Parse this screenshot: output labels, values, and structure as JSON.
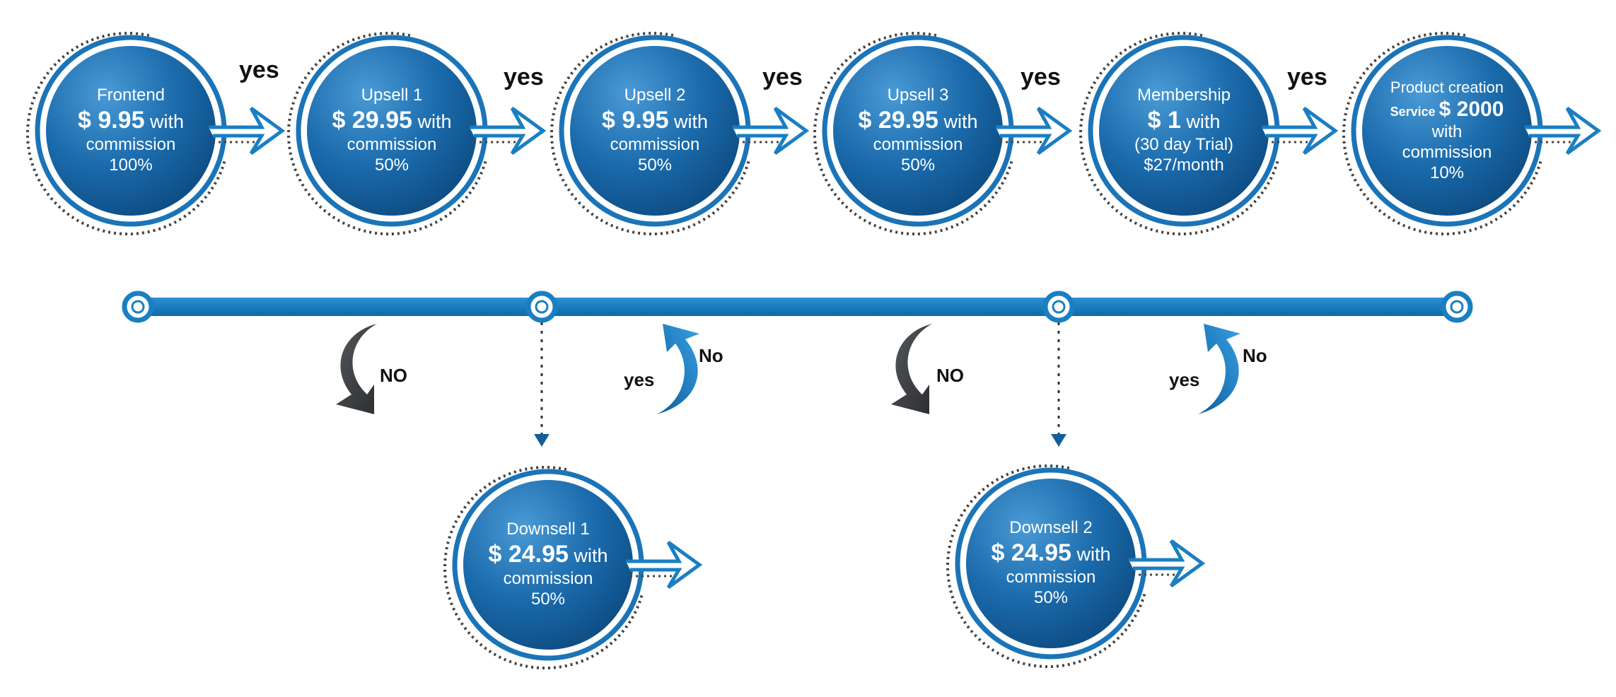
{
  "colors": {
    "circle_outer": "#1b74b8",
    "circle_inner_light": "#3a8fd0",
    "circle_inner_dark": "#0f4f86",
    "timeline": "#1a7fc2",
    "arrow_outline": "#1a7fc2",
    "no_arrow": "#3a3d40",
    "yes_arrow": "#1a80c8",
    "dotted_ring": "#444444"
  },
  "top_nodes": [
    {
      "title": "Frontend",
      "price_prefix": "",
      "price": "$ 9.95",
      "price_suffix": " with",
      "line3": "commission",
      "line4": "100%"
    },
    {
      "title": "Upsell 1",
      "price_prefix": "",
      "price": "$ 29.95",
      "price_suffix": " with",
      "line3": "commission",
      "line4": "50%"
    },
    {
      "title": "Upsell 2",
      "price_prefix": "",
      "price": "$ 9.95",
      "price_suffix": " with",
      "line3": "commission",
      "line4": "50%"
    },
    {
      "title": "Upsell 3",
      "price_prefix": "",
      "price": "$ 29.95",
      "price_suffix": " with",
      "line3": "commission",
      "line4": "50%"
    },
    {
      "title": "Membership",
      "price_prefix": "",
      "price": "$ 1",
      "price_suffix": " with",
      "line3": "(30 day Trial)",
      "line4": "$27/month"
    },
    {
      "title": "Product creation",
      "price_prefix": "Service ",
      "price": "$ 2000",
      "price_suffix": "",
      "line3": "with",
      "line4": "commission",
      "line5": "10%"
    }
  ],
  "bottom_nodes": [
    {
      "title": "Downsell 1",
      "price_prefix": "",
      "price": "$ 24.95",
      "price_suffix": " with",
      "line3": "commission",
      "line4": "50%"
    },
    {
      "title": "Downsell 2",
      "price_prefix": "",
      "price": "$ 24.95",
      "price_suffix": " with",
      "line3": "commission",
      "line4": "50%"
    }
  ],
  "labels": {
    "yes": "yes",
    "no_upper": "NO",
    "no_title": "No"
  }
}
